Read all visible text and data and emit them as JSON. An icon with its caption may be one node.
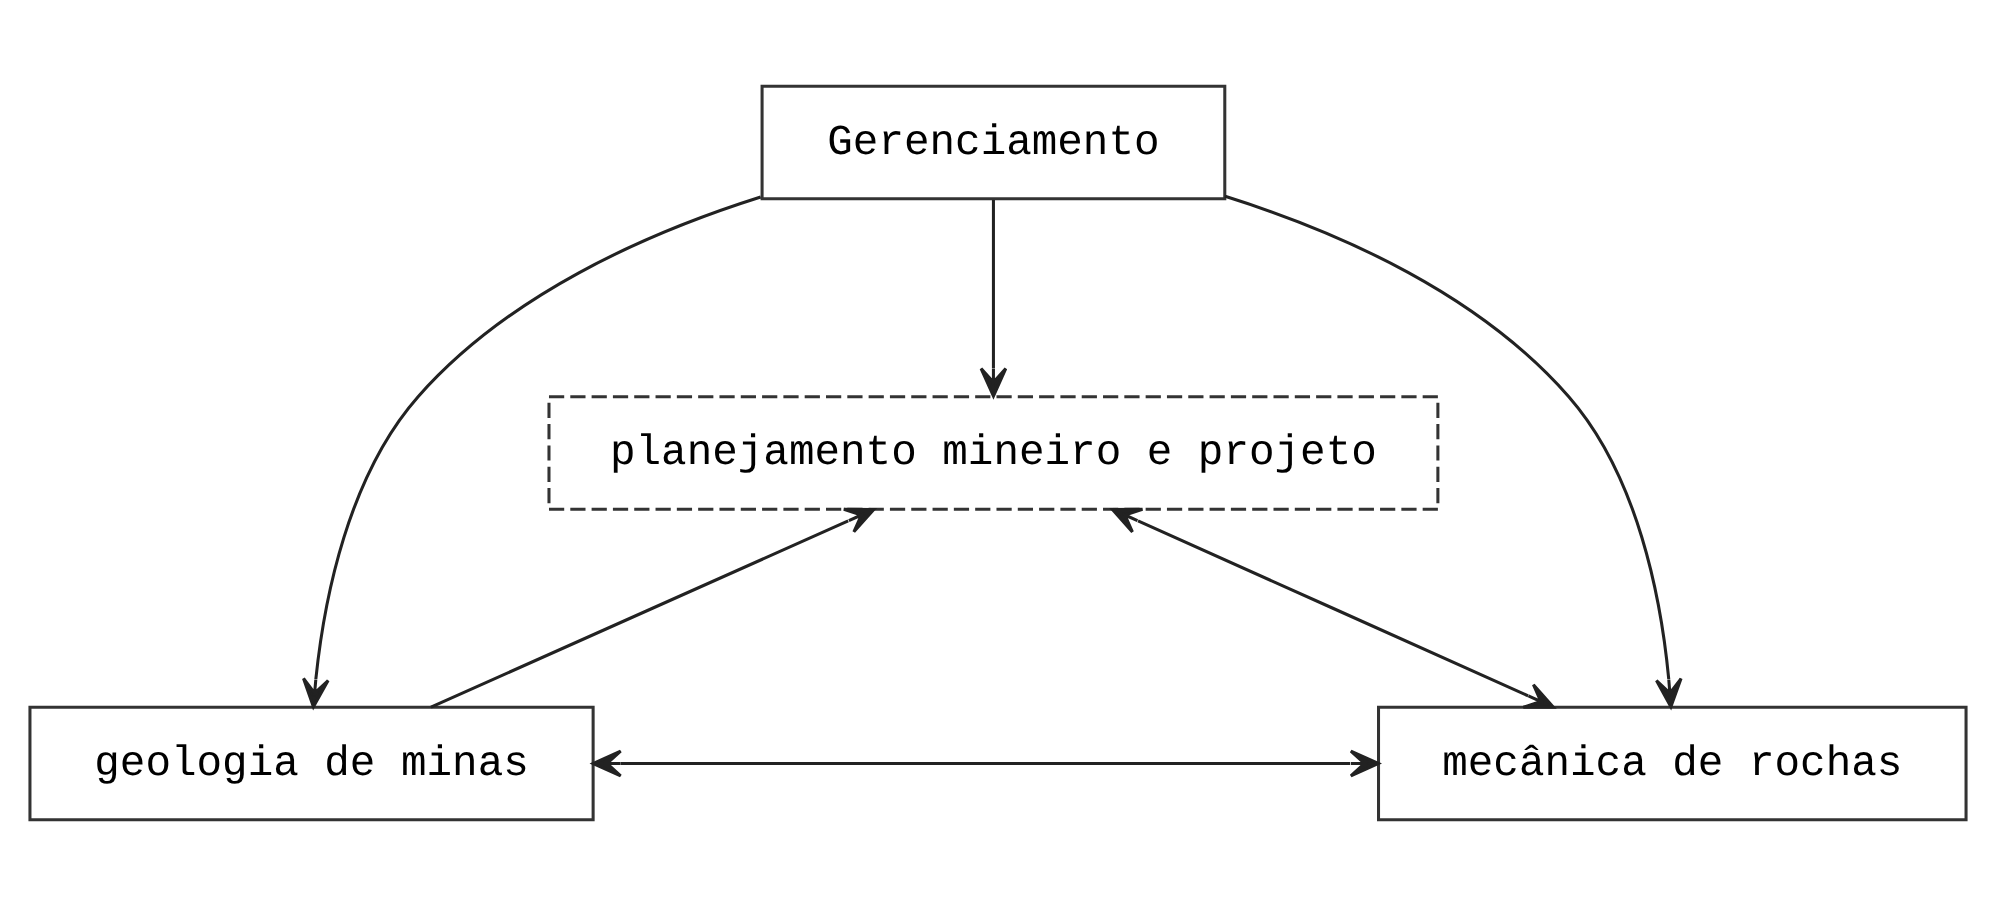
{
  "diagram": {
    "nodes": [
      {
        "text": [
          "Gerenciamento"
        ]
      },
      {
        "text": [
          "planejamento mineiro e projeto"
        ]
      },
      {
        "text": [
          "geologia de minas"
        ]
      },
      {
        "text": [
          "mecânica de rochas"
        ]
      }
    ],
    "edges": [
      {
        "from": 0,
        "to": 2,
        "arrow": "to"
      },
      {
        "from": 0,
        "to": 1,
        "arrow": "to"
      },
      {
        "from": 0,
        "to": 3,
        "arrow": "to"
      },
      {
        "from": 2,
        "to": 1,
        "arrow": "to"
      },
      {
        "from": 1,
        "to": 3,
        "arrow": "both"
      },
      {
        "from": 2,
        "to": 3,
        "arrow": "both"
      }
    ]
  }
}
